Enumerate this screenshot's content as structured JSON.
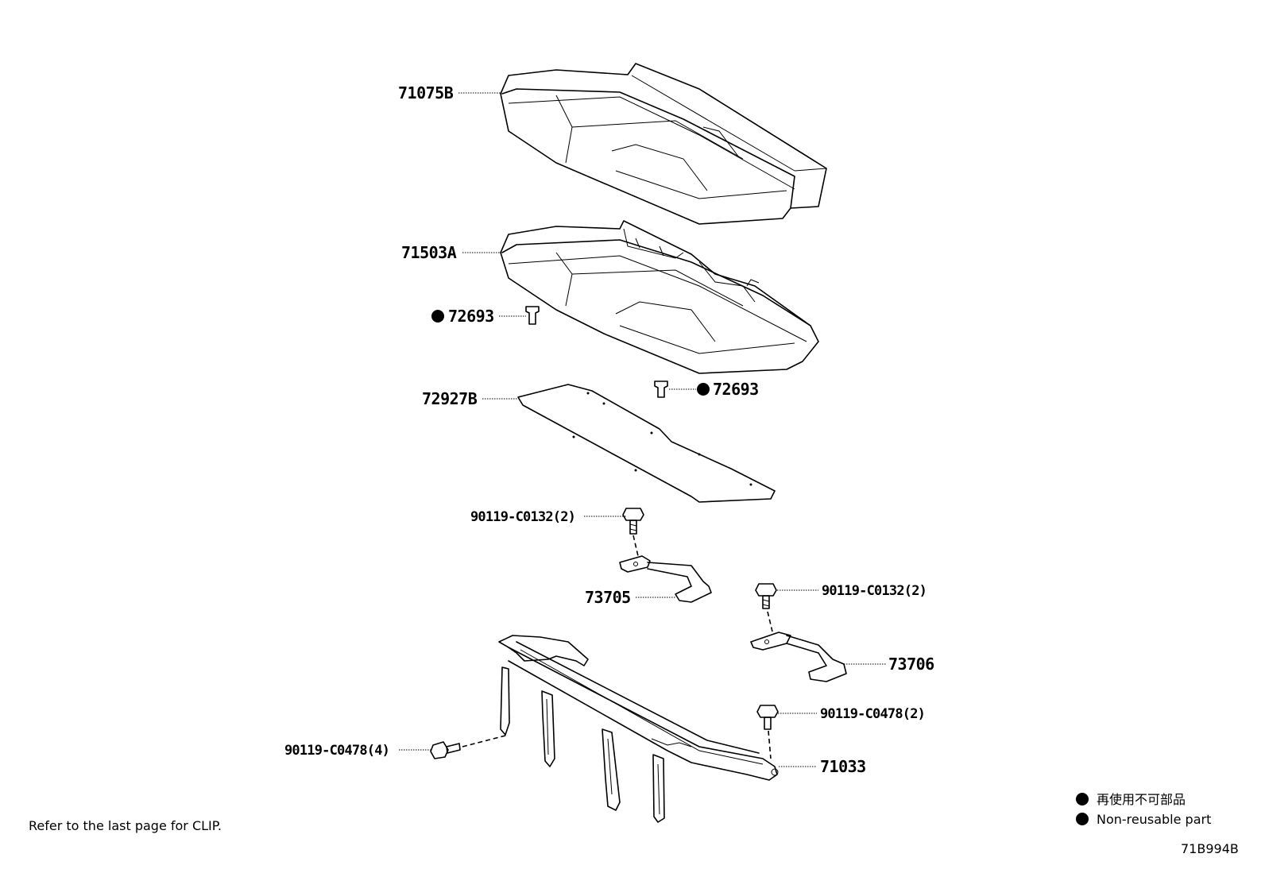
{
  "callouts": {
    "p71075b": "71075B",
    "p71503a": "71503A",
    "p72693_left": "72693",
    "p72693_right": "72693",
    "p72927b": "72927B",
    "p90119_c0132_left": "90119-C0132(2)",
    "p73705": "73705",
    "p90119_c0132_right": "90119-C0132(2)",
    "p73706": "73706",
    "p90119_c0478_right": "90119-C0478(2)",
    "p90119_c0478_left": "90119-C0478(4)",
    "p71033": "71033"
  },
  "footer": {
    "note": "Refer to the last page for CLIP.",
    "diagram_id": "71B994B"
  },
  "legend": {
    "jp": "再使用不可部品",
    "en": "Non-reusable part"
  }
}
